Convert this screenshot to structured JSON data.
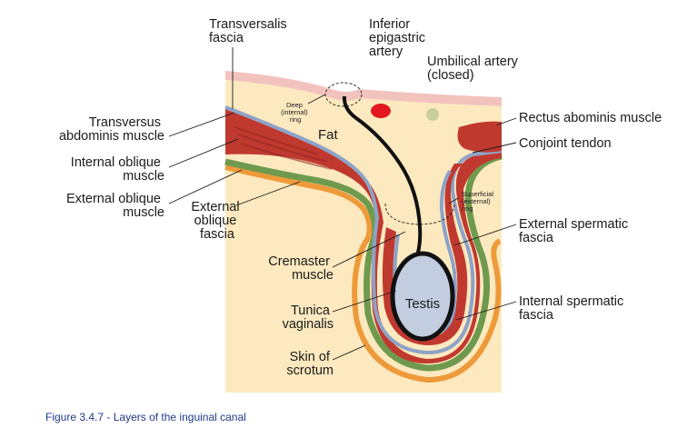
{
  "labels": {
    "transversalis_fascia": [
      "Transversalis",
      "fascia"
    ],
    "inferior_epigastric_artery": [
      "Inferior",
      "epigastric",
      "artery"
    ],
    "umbilical_artery": [
      "Umbilical artery",
      "(closed)"
    ],
    "rectus_abdominis_muscle": [
      "Rectus abominis muscle"
    ],
    "conjoint_tendon": [
      "Conjoint tendon"
    ],
    "transversus_abdominis_muscle": [
      "Transversus",
      "abdominis muscle"
    ],
    "internal_oblique_muscle": [
      "Internal oblique",
      "muscle"
    ],
    "external_oblique_muscle": [
      "External oblique",
      "muscle"
    ],
    "external_oblique_fascia": [
      "External",
      "oblique",
      "fascia"
    ],
    "external_spermatic_fascia": [
      "External spermatic",
      "fascia"
    ],
    "internal_spermatic_fascia": [
      "Internal spermatic",
      "fascia"
    ],
    "cremaster_muscle": [
      "Cremaster",
      "muscle"
    ],
    "tunica_vaginalis": [
      "Tunica",
      "vaginalis"
    ],
    "skin_of_scrotum": [
      "Skin of",
      "scrotum"
    ],
    "deep_ring": [
      "Deep",
      "(internal)",
      "ring"
    ],
    "superficial_ring": [
      "Superficial",
      "(external)",
      "ring"
    ],
    "fat": "Fat",
    "testis": "Testis"
  },
  "caption": {
    "number": "Figure 3.4.7",
    "separator": " - ",
    "text": "Layers of the inguinal canal"
  },
  "colors": {
    "skin_pink": "#f2c3bd",
    "fat_cream": "#fde9bf",
    "muscle_red": "#c0392f",
    "fascia_blue": "#8da3c8",
    "fascia_green": "#6f9a4e",
    "skin_orange": "#ee9a3a",
    "artery_red": "#e3191f",
    "umbilical_green": "#c9cf9c",
    "testis_blue": "#c3cde0",
    "caption_blue": "#1f3a8a"
  }
}
